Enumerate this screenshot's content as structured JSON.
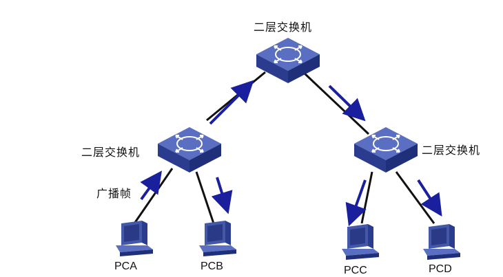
{
  "switches": {
    "top": {
      "label": "二层交换机"
    },
    "left": {
      "label": "二层交换机"
    },
    "right": {
      "label": "二层交换机"
    }
  },
  "frame_label": "广播帧",
  "pcs": [
    {
      "label": "PCA"
    },
    {
      "label": "PCB"
    },
    {
      "label": "PCC"
    },
    {
      "label": "PCD"
    }
  ],
  "colors": {
    "switch_top": "#5a6fc2",
    "switch_side": "#1f2f7a",
    "pc_body": "#4458a8",
    "pc_screen": "#2a3a86",
    "link": "#111111",
    "arrow": "#1a1f9e"
  },
  "icons": [
    "switch-icon",
    "pc-icon",
    "arrow-icon"
  ]
}
